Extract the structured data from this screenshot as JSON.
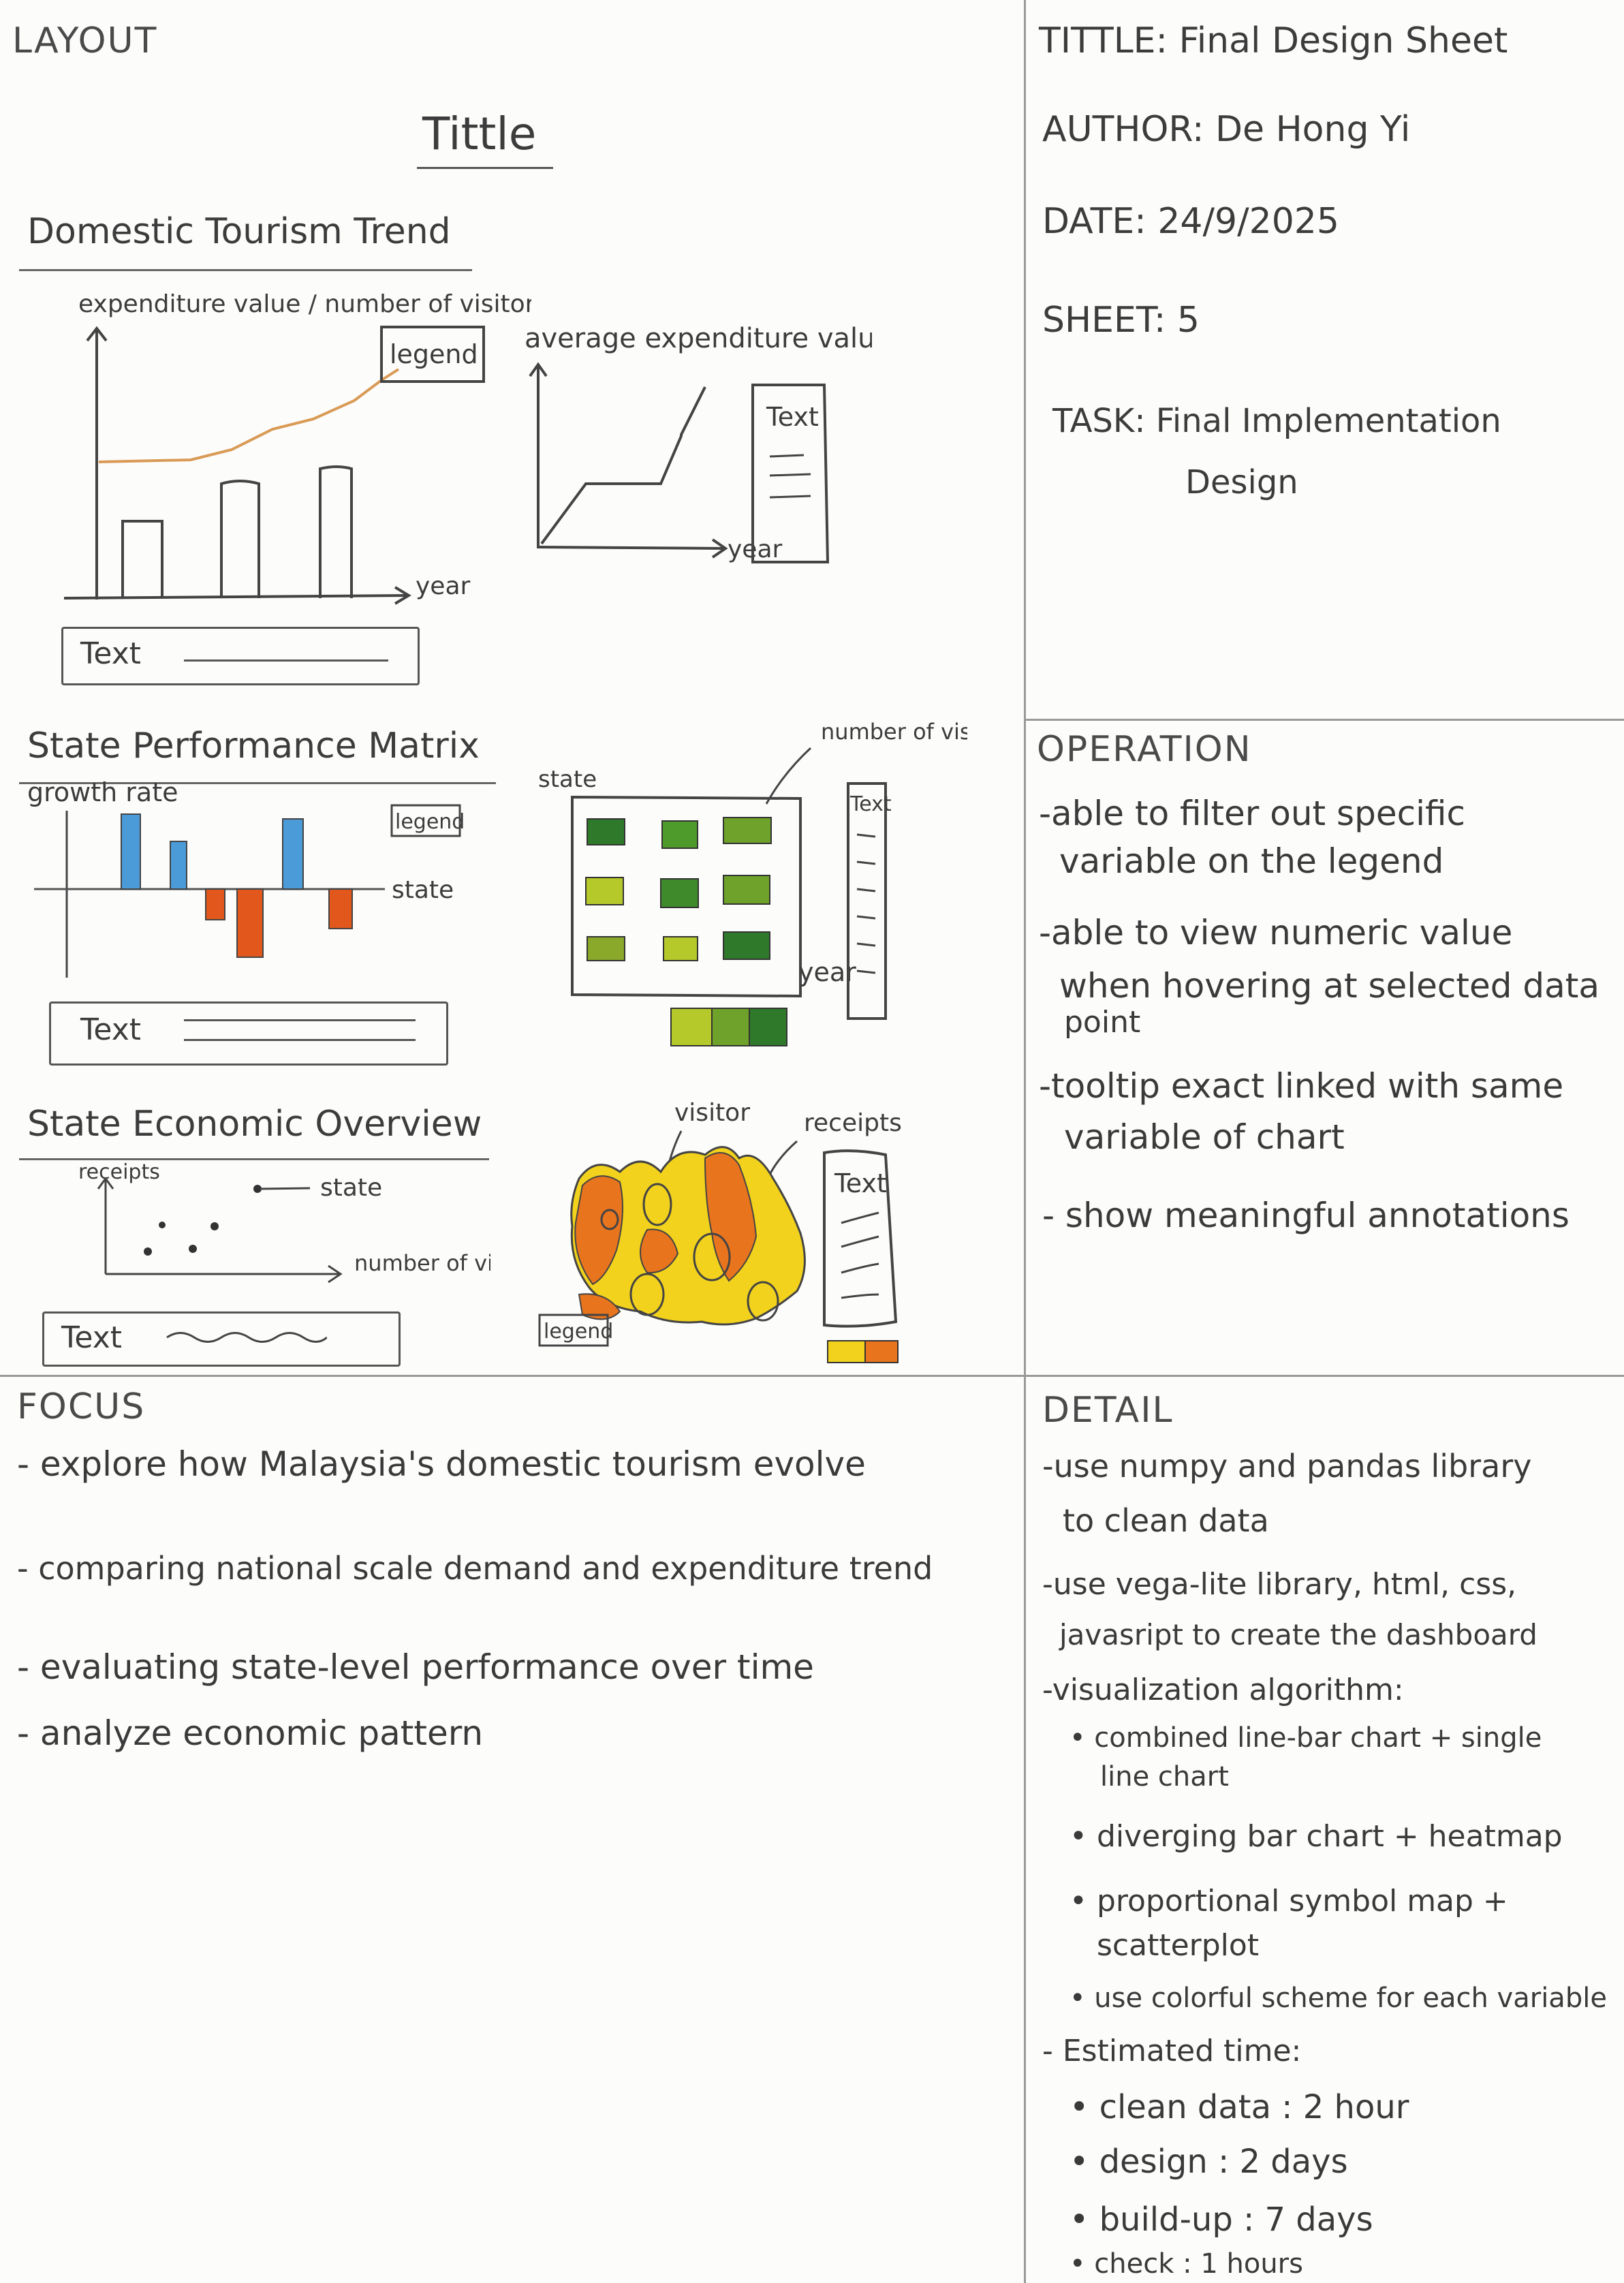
{
  "layout": {
    "label": "LAYOUT",
    "title": "Tittle",
    "sections": [
      {
        "heading": "Domestic Tourism Trend",
        "chart1_ylabel": "expenditure value / number of visitor",
        "chart1_legend": "legend",
        "chart1_xlabel": "year",
        "chart2_title": "average expenditure value",
        "chart2_xlabel": "year",
        "chart2_text": "Text",
        "text_box": "Text"
      },
      {
        "heading": "State Performance Matrix",
        "chart1_ylabel": "growth rate",
        "chart1_legend": "legend",
        "chart1_xlabel": "state",
        "chart2_ylabel": "state",
        "chart2_annotation": "number of visitors",
        "chart2_xlabel": "year",
        "chart2_text": "Text",
        "text_box": "Text"
      },
      {
        "heading": "State Economic Overview",
        "chart1_ylabel": "receipts",
        "chart1_annotation": "state",
        "chart1_xlabel": "number of visitors",
        "map_label1": "visitor",
        "map_label2": "receipts",
        "map_legend": "legend",
        "map_text": "Text",
        "text_box": "Text"
      }
    ]
  },
  "meta": {
    "title": "TITTLE: Final Design Sheet",
    "author": "AUTHOR: De Hong Yi",
    "date": "DATE: 24/9/2025",
    "sheet": "SHEET: 5",
    "task_line1": "TASK: Final Implementation",
    "task_line2": "Design"
  },
  "operation": {
    "label": "OPERATION",
    "items": [
      "-able to filter out specific",
      "variable on the legend",
      "-able to view numeric value",
      "when hovering at selected data",
      "point",
      "-tooltip exact linked with same",
      "variable of chart",
      "- show meaningful annotations"
    ]
  },
  "focus": {
    "label": "FOCUS",
    "items": [
      "- explore how Malaysia's domestic tourism evolve",
      "- comparing national scale demand and expenditure trend",
      "- evaluating state-level performance over time",
      "- analyze economic pattern"
    ]
  },
  "detail": {
    "label": "DETAIL",
    "items": [
      "-use numpy and pandas library",
      "to clean data",
      "-use vega-lite library, html, css,",
      "javasript to create the dashboard",
      "-visualization algorithm:",
      "• combined line-bar chart + single",
      "line chart",
      "• diverging bar chart + heatmap",
      "• proportional symbol map +",
      "scatterplot",
      "• use colorful scheme for each variable",
      "- Estimated time:",
      "• clean data : 2 hour",
      "• design : 2 days",
      "• build-up : 7 days",
      "• check : 1 hours"
    ]
  },
  "colors": {
    "ink": "#3c3c3c",
    "orange_line": "#d99a55",
    "blue_bar": "#4a9bd8",
    "red_bar": "#e2581c",
    "green_dark": "#2f7a2a",
    "green_mid": "#6fa22a",
    "green_light": "#b6c92a",
    "map_yellow": "#f2d21c",
    "map_orange": "#e8741e"
  }
}
